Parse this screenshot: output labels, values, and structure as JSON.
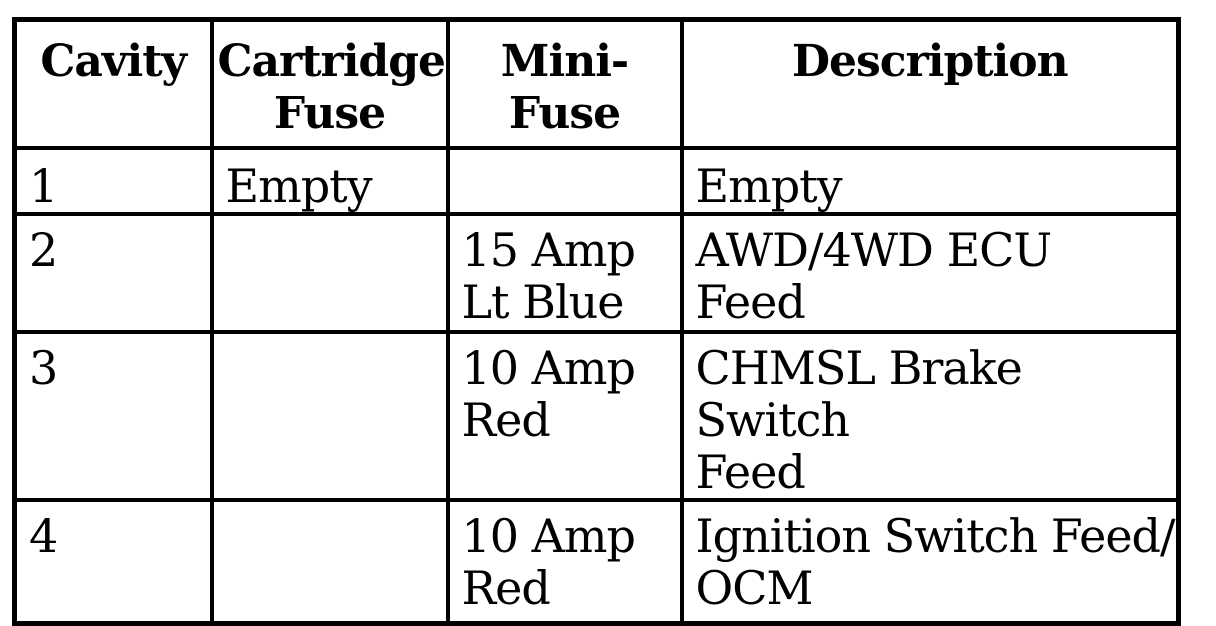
{
  "table": {
    "headers": [
      "Cavity",
      "Cartridge\nFuse",
      "Mini-\nFuse",
      "Description"
    ],
    "rows": [
      [
        "1",
        "Empty",
        "",
        "Empty"
      ],
      [
        "2",
        "",
        "15 Amp\nLt Blue",
        "AWD/4WD ECU\nFeed"
      ],
      [
        "3",
        "",
        "10 Amp\nRed",
        "CHMSL Brake Switch\nFeed"
      ],
      [
        "4",
        "",
        "10 Amp\nRed",
        "Ignition Switch Feed/\nOCM"
      ]
    ]
  }
}
